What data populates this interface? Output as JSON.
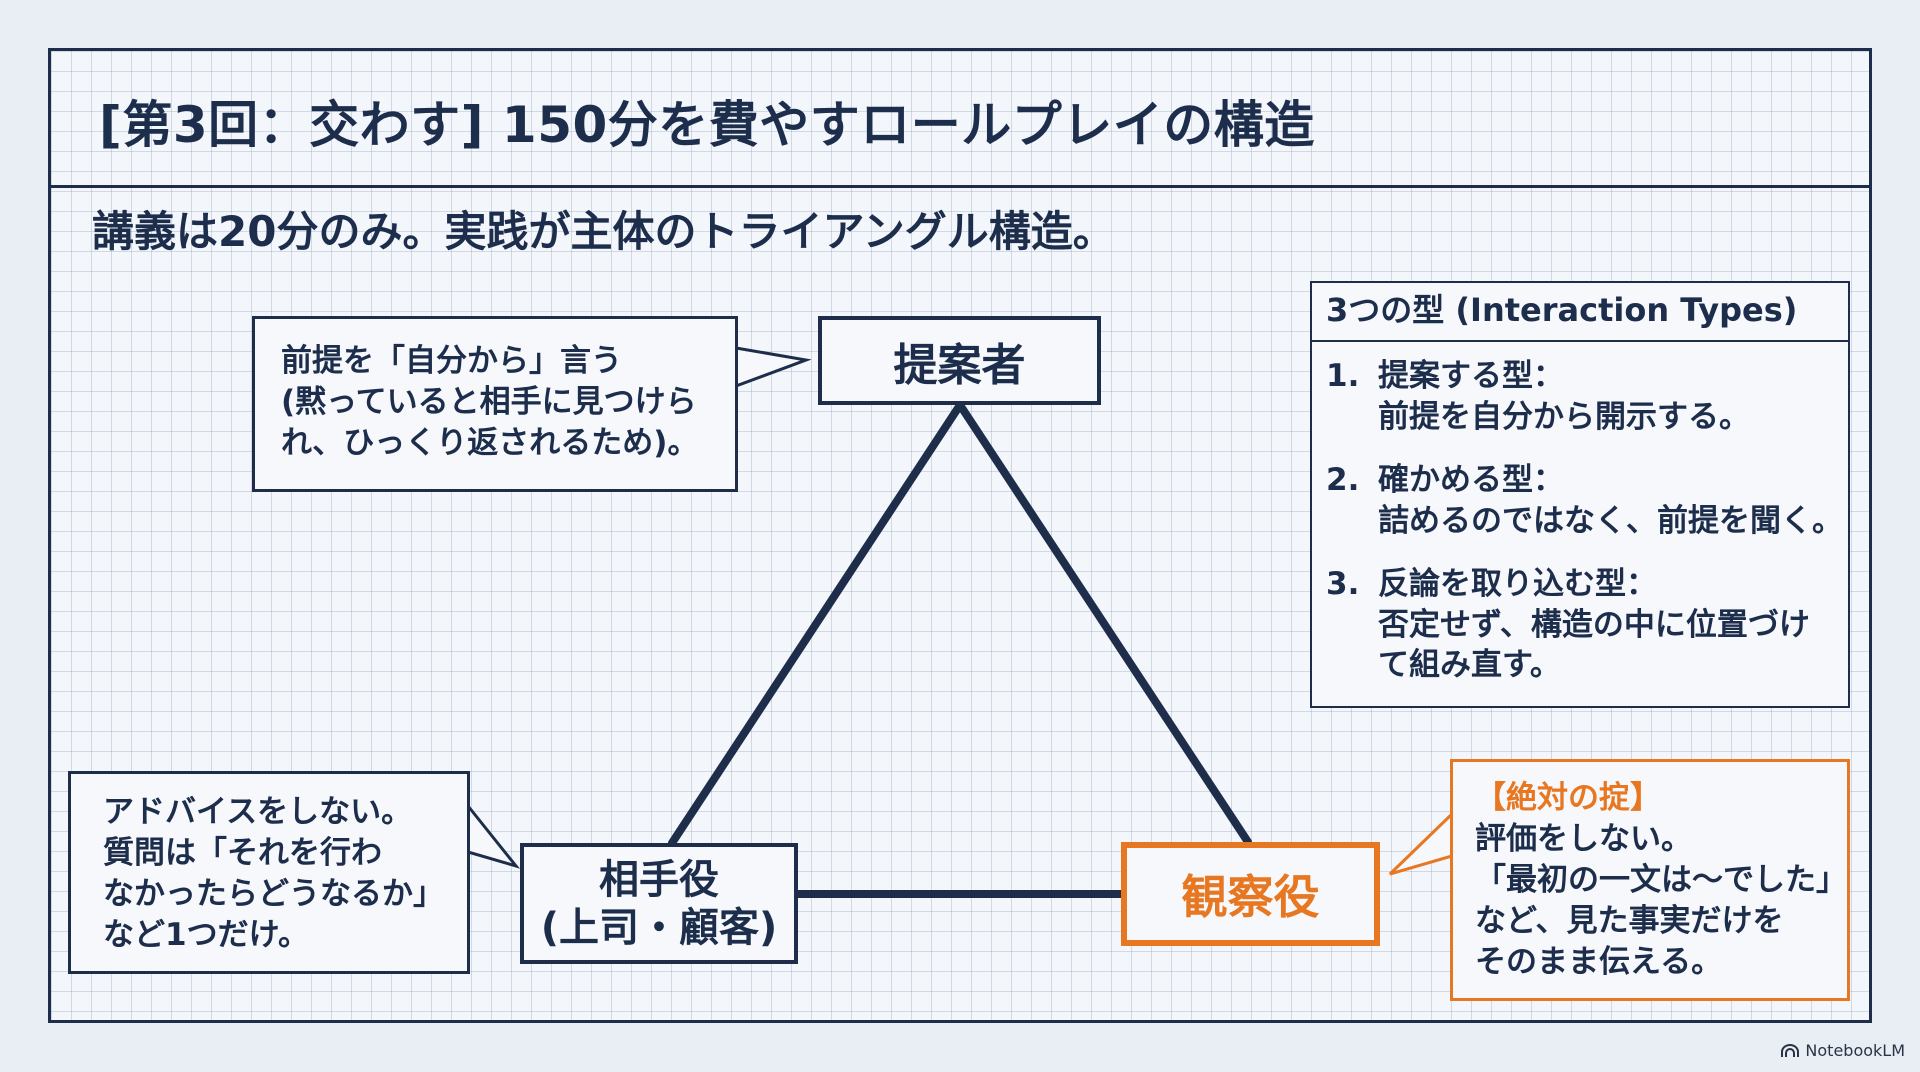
{
  "title": "[第3回：交わす] 150分を費やすロールプレイの構造",
  "subtitle": "講義は20分のみ。実践が主体のトライアングル構造。",
  "roles": {
    "proposer": "提案者",
    "partner_line1": "相手役",
    "partner_line2": "(上司・顧客)",
    "observer": "観察役"
  },
  "bubbles": {
    "proposer": [
      "前提を「自分から」言う",
      "(黙っていると相手に見つけら",
      "れ、ひっくり返されるため)。"
    ],
    "partner": [
      "アドバイスをしない。",
      "質問は「それを行わ",
      "なかったらどうなるか」",
      "など1つだけ。"
    ],
    "observer_rule_title": "【絶対の掟】",
    "observer": [
      "評価をしない。",
      "「最初の一文は〜でした」",
      "など、見た事実だけを",
      "そのまま伝える。"
    ]
  },
  "types": {
    "header": "3つの型 (Interaction Types)",
    "items": [
      {
        "num": "1.",
        "lines": [
          "提案する型：",
          "前提を自分から開示する。"
        ]
      },
      {
        "num": "2.",
        "lines": [
          "確かめる型：",
          "詰めるのではなく、前提を聞く。"
        ]
      },
      {
        "num": "3.",
        "lines": [
          "反論を取り込む型：",
          "否定せず、構造の中に位置づけ",
          "て組み直す。"
        ]
      }
    ]
  },
  "colors": {
    "navy": "#1e2e4a",
    "accent": "#e87722",
    "background": "#e9eef4"
  },
  "watermark": "NotebookLM"
}
